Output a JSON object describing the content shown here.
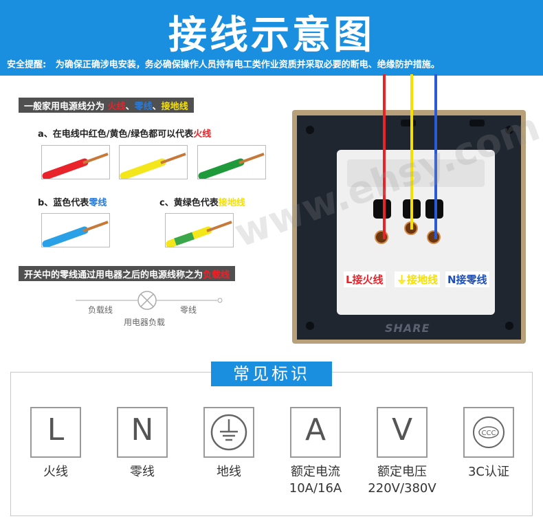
{
  "header": {
    "title": "接线示意图",
    "safety_label": "安全提醒:",
    "safety_text": "为确保正确涉电安装，务必确保操作人员持有电工类作业资质并采取必要的断电、绝缘防护措施。"
  },
  "colors": {
    "header_bg": "#1a8fe0",
    "live": "#e8232a",
    "neutral": "#2a7ad6",
    "earth": "#f5e000"
  },
  "wire_section": {
    "title_prefix": "一般家用电源线分为",
    "live": "火线",
    "sep1": "、",
    "neutral": "零线",
    "sep2": "、",
    "earth": "接地线",
    "item_a_prefix": "a、在电线中红色/黄色/绿色都可以代表",
    "item_a_word": "火线",
    "item_b_prefix": "b、蓝色代表",
    "item_b_word": "零线",
    "item_c_prefix": "c、黄绿色代表",
    "item_c_word": "接地线",
    "wire_samples": [
      "red",
      "yellow",
      "green",
      "blue",
      "yellow-green"
    ]
  },
  "load_section": {
    "title_prefix": "开关中的零线通过用电器之后的电源线称之为",
    "title_word": "负载线",
    "left_label": "负载线",
    "right_label": "零线",
    "center_label": "用电器负载"
  },
  "socket": {
    "label_live": "L接火线",
    "label_earth": "⏚接地线",
    "label_neutral": "N接零线",
    "brand": "SHARE"
  },
  "common_marks": {
    "title": "常见标识",
    "items": [
      {
        "symbol": "L",
        "caption": "火线"
      },
      {
        "symbol": "N",
        "caption": "零线"
      },
      {
        "symbol": "earth-icon",
        "caption": "地线"
      },
      {
        "symbol": "A",
        "caption_line1": "额定电流",
        "caption_line2": "10A/16A"
      },
      {
        "symbol": "V",
        "caption_line1": "额定电压",
        "caption_line2": "220V/380V"
      },
      {
        "symbol": "ccc-icon",
        "caption": "3C认证"
      }
    ]
  },
  "watermark": "www.ehsy.com"
}
